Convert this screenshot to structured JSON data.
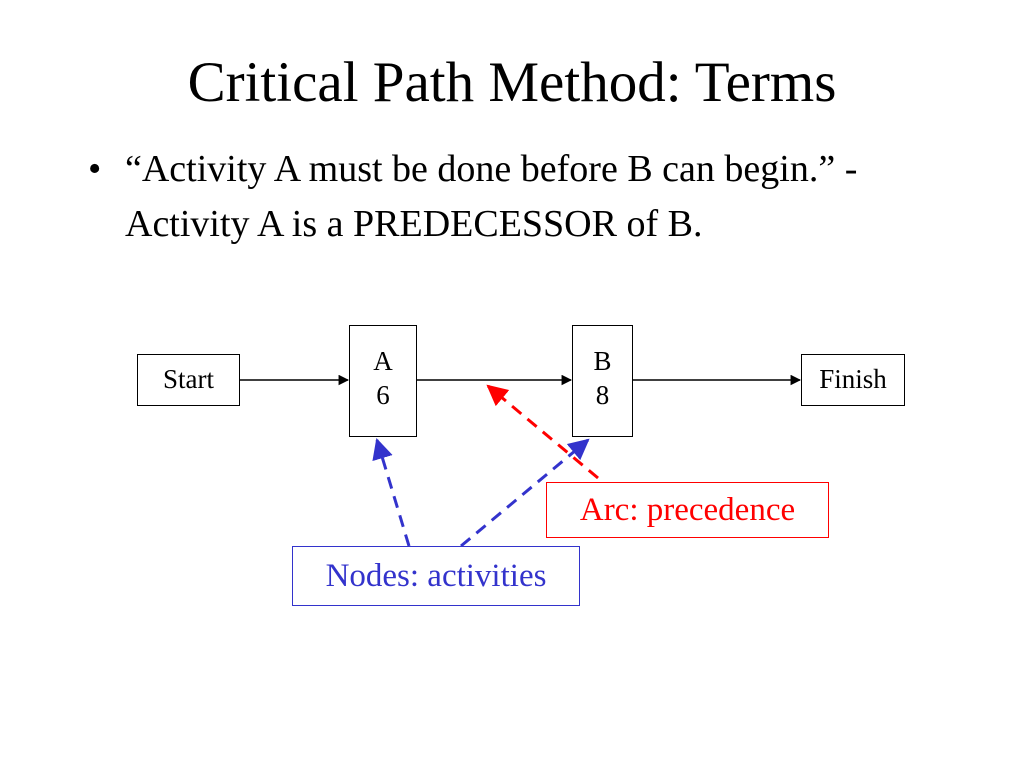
{
  "slide": {
    "title": "Critical Path Method: Terms",
    "bullets": [
      {
        "marker": "•",
        "text": "“Activity A must be done before B can begin.” - Activity A is a PREDECESSOR of B."
      }
    ]
  },
  "diagram": {
    "nodes": {
      "start": {
        "label": "Start"
      },
      "a": {
        "label": "A",
        "duration": "6"
      },
      "b": {
        "label": "B",
        "duration": "8"
      },
      "finish": {
        "label": "Finish"
      }
    },
    "callouts": {
      "arc": "Arc: precedence",
      "nodes": "Nodes: activities"
    },
    "colors": {
      "arc_callout": "#ff0000",
      "nodes_callout": "#3333cc",
      "arrows": "#000000"
    }
  }
}
